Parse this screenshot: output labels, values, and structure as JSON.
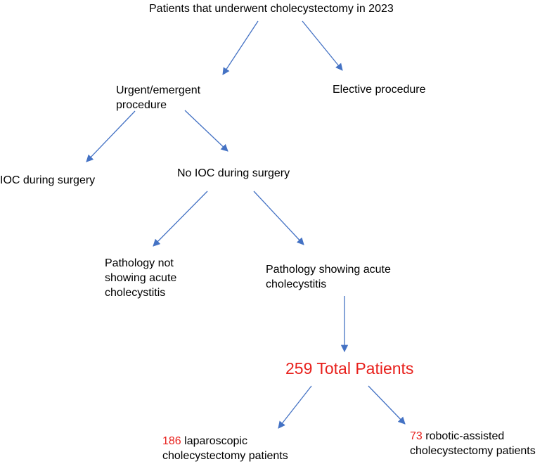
{
  "diagram": {
    "nodes": {
      "root": "Patients that underwent cholecystectomy in 2023",
      "urgent": "Urgent/emergent\nprocedure",
      "elective": "Elective procedure",
      "ioc": "IOC during surgery",
      "no_ioc": "No IOC during surgery",
      "path_not_acute": "Pathology not\nshowing acute\ncholecystitis",
      "path_acute": "Pathology showing acute\ncholecystitis",
      "total": "259 Total Patients",
      "lap_count": "186",
      "lap_label": " laparoscopic\ncholecystectomy patients",
      "robotic_count": "73",
      "robotic_label": " robotic-assisted\ncholecystectomy patients"
    },
    "colors": {
      "arrow": "#4472c4",
      "highlight": "#e8201c",
      "text": "#000000"
    }
  }
}
